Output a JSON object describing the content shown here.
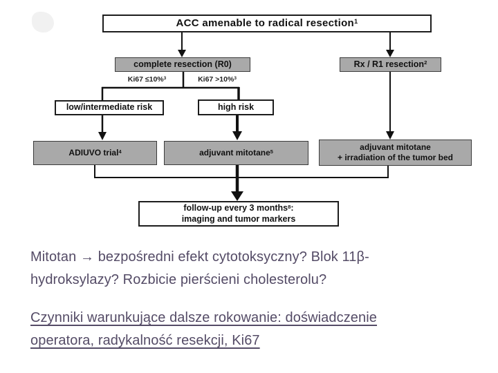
{
  "colors": {
    "slide_background": "#ffffff",
    "box_gray_fill": "#a9a9a9",
    "box_white_fill": "#ffffff",
    "box_border": "#1c1c1c",
    "connector_line": "#111111",
    "notes_text": "#544b66"
  },
  "flowchart": {
    "nodes": {
      "acc": {
        "label": "ACC amenable to radical resection",
        "sup": "1"
      },
      "complete_resection": {
        "label": "complete resection (R0)"
      },
      "rx_r1": {
        "label": "Rx / R1 resection",
        "sup": "2"
      },
      "ki67_low": {
        "label": "Ki67 ≤10%",
        "sup": "3"
      },
      "ki67_high": {
        "label": "Ki67 >10%",
        "sup": "3"
      },
      "low_intermediate_risk": {
        "label": "low/intermediate risk"
      },
      "high_risk": {
        "label": "high risk"
      },
      "adiuvo": {
        "label": "ADIUVO trial",
        "sup": "4"
      },
      "adjuvant_mitotane": {
        "label": "adjuvant mitotane",
        "sup": "5"
      },
      "mitotane_irradiation": {
        "line1": "adjuvant mitotane",
        "line2": "+ irradiation of the tumor bed"
      },
      "follow_up": {
        "line1_pre": "follow-up every 3 months",
        "line1_sup": "8",
        "line1_post": ":",
        "line2": "imaging and tumor markers"
      }
    }
  },
  "notes": {
    "paragraph1": {
      "line1": "Mitotan → bezpośredni efekt cytotoksyczny? Blok 11β-",
      "line2": "hydroksylazy? Rozbicie pierścieni cholesterolu?"
    },
    "paragraph2": {
      "line1": "Czynniki warunkujące dalsze rokowanie: doświadczenie",
      "line2": "operatora, radykalność resekcji, Ki67"
    }
  }
}
